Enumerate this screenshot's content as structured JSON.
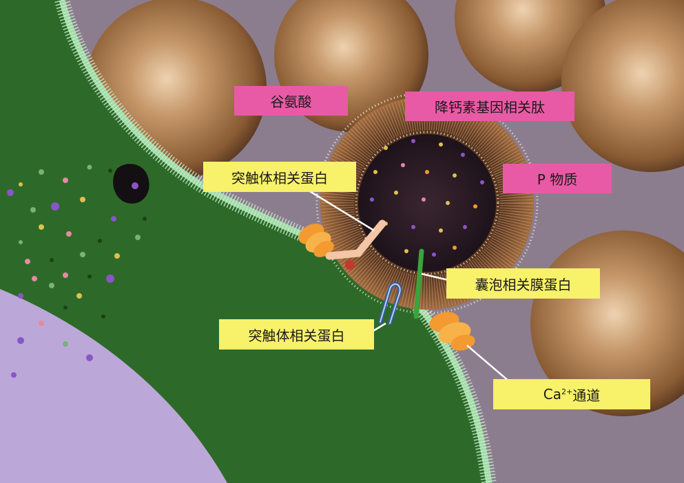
{
  "colors": {
    "background": "#8f7f8f",
    "cell_body": "#2e6b2a",
    "membrane": "#9fd9a6",
    "synaptic_cleft": "#b9a6d6",
    "vesicle_core": "#2a1b24",
    "vesicle_shell": "#8a5a35",
    "pink_label": "#e95aa6",
    "yellow_label": "#f8f16a",
    "calcium_channel": "#f39a30",
    "synaptotagmin_rod": "#f2c6a6",
    "vamp_rod": "#3aa33a",
    "snap_hook": "#2f5fa0"
  },
  "labels": {
    "glutamate": "谷氨酸",
    "cgrp": "降钙素基因相关肽",
    "substance_p": "P 物质",
    "synaptotagmin_top": "突触体相关蛋白",
    "vamp": "囊泡相关膜蛋白",
    "synaptotagmin_bottom": "突触体相关蛋白",
    "ca_channel_prefix": "Ca",
    "ca_channel_sup": "2+",
    "ca_channel_suffix": " 通道"
  }
}
